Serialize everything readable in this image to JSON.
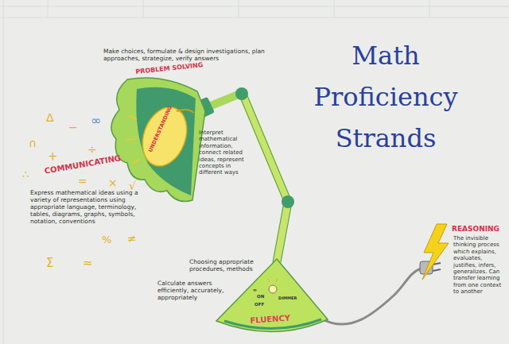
{
  "diagram": {
    "title": "Math Proficiency Strands",
    "labels": [
      "PROBLEM SOLVING",
      "Make choices, formulate & design investigations, plan approaches, strategize, verify answers",
      "UNDERSTANDING",
      "Interpret mathematical information, connect related ideas, represent concepts in different ways",
      "COMMUNICATING",
      "Express mathematical ideas using a variety of representations using appropriate language, terminology, tables, diagrams, graphs, symbols, notation, conventions",
      "REASONING",
      "The invisible thinking process which explains, evaluates, justifies, infers, generalizes. Can transfer learning from one context to another",
      "Choosing appropriate procedures, methods",
      "Calculate answers efficiently, accurately, appropriately",
      "FLUENCY",
      "ON",
      "OFF",
      "DIMMER",
      "Δ",
      "−",
      "∞",
      "÷",
      "∩",
      "+",
      "∴",
      "=",
      "×",
      "√",
      "%",
      "≠",
      "Σ",
      "≈",
      "∞"
    ]
  }
}
